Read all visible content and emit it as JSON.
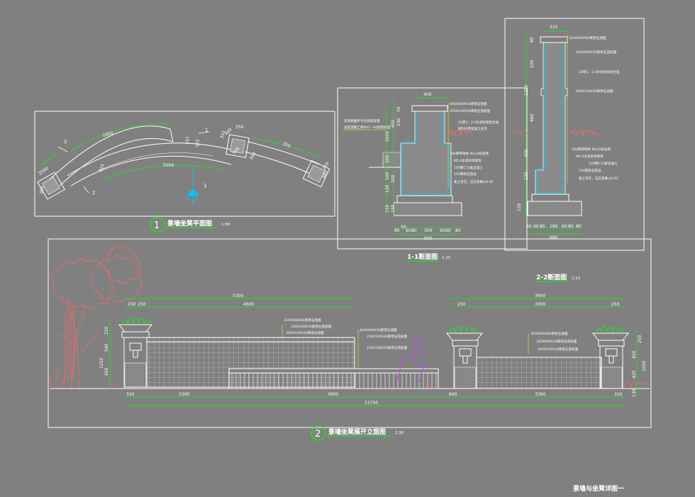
{
  "plan": {
    "title": "景墙坐凳平面图",
    "scale": "1:50",
    "number": "1",
    "dims": {
      "d1800": "1800",
      "d5000": "5000",
      "d250a": "250",
      "d250b": "250",
      "d350": "350",
      "d153": "153",
      "d315": "315",
      "d310": "310",
      "d500": "500",
      "d2500": "2500",
      "d400": "400",
      "d380": "380",
      "d510": "510",
      "d500b": "500",
      "d880": "880"
    },
    "marks": {
      "s1a": "1",
      "s1b": "1",
      "s2a": "2",
      "s2b": "2"
    }
  },
  "section1": {
    "title": "1-1断面图",
    "scale": "1:15",
    "top_dims": {
      "w400": "400",
      "w500": "500"
    },
    "left_dims": [
      "50",
      "230",
      "450",
      "1050",
      "200",
      "100",
      "120",
      "150"
    ],
    "left_sub": [
      "150",
      "100"
    ],
    "bottom_dims": [
      "80",
      "50",
      "60",
      "80",
      "300",
      "60",
      "60",
      "80"
    ],
    "notes_right": [
      "400X400X50黄锈石烧面",
      "250X100X50黄锈石荔枝面",
      "20厚1：2.5水泥砂浆结合层",
      "砌50F厚混凝土压顶",
      "300厚砖砌体 Mu10标准砖",
      "M5.0水泥砂浆砌筑",
      "100厚C15素混凝土",
      "150厚碎石垫层",
      "素土夯实，压实系数≥0.93"
    ],
    "notes_left": [
      "花岗岩踏步平台高程处理",
      "高密度聚乙烯PVC—60结构处理"
    ]
  },
  "section2": {
    "title": "2-2断面图",
    "scale": "1:15",
    "top_dim": "310",
    "left_dims": [
      "80",
      "320",
      "1250",
      "460",
      "400",
      "120",
      "150"
    ],
    "bottom_dims": [
      "40",
      "60",
      "80",
      "180",
      "60",
      "80",
      "80"
    ],
    "total": "680",
    "notes": [
      "310X600X80黄锈石烧面",
      "100X600X20黄锈石荔枝面",
      "20厚1：2.5水泥砂浆结合层",
      "600X150X20黄锈石烧面",
      "180厚砖砌体 Mu10标准砖",
      "M5.0水泥砂浆砌筑",
      "100厚C15素混凝土",
      "150厚碎石垫层",
      "素土夯实，压实系数≥0.93"
    ]
  },
  "elevation": {
    "title": "景墙坐凳展开立面图",
    "scale": "1:30",
    "number": "2",
    "top_dims": {
      "d5300": "5300",
      "d4600": "4600",
      "d250a": "250",
      "d250b": "250",
      "d3600": "3600",
      "d3390": "3390",
      "d250c": "250",
      "d250d": "250"
    },
    "bottom_dims": [
      "310",
      "2300",
      "4900",
      "840",
      "3390",
      "310"
    ],
    "total": "11750",
    "left_dims": [
      "250",
      "540",
      "1150",
      "450"
    ],
    "right_dims": [
      "250",
      "450",
      "1050",
      "420",
      "130"
    ],
    "notes_a": [
      "310X600X80黄锈石烧面",
      "100X100X20黄锈石荔枝面",
      "600X150X20黄锈石烧面"
    ],
    "notes_b": [
      "400X400X50黄锈石烧面",
      "250X100X20黄锈石荔枝面",
      "100X100X20黄锈石荔枝面"
    ],
    "notes_c": [
      "310X600X80黄锈石烧面",
      "300X600X20黄锈石荔枝面",
      "100X100X20黄锈石荔枝面"
    ]
  },
  "sheet_title": "景墙与坐凳详图一",
  "colors": {
    "background": "#808080",
    "line": "#ffffff",
    "dimension": "#00ff00",
    "detail": "#00c8ff",
    "note_leader": "#ffff00",
    "plant": "#ff6666",
    "grass": "#00ff00",
    "figure": "#cc44ff"
  }
}
